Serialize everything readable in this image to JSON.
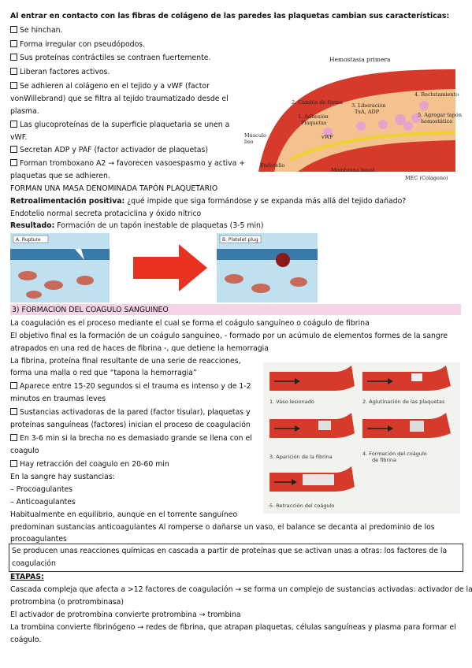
{
  "lines": {
    "l1": "Al entrar en contacto con las fibras de colágeno de las paredes las plaquetas cambian sus características:",
    "l2": "Se hinchan.",
    "l3": "Forma irregular con pseudópodos.",
    "l4": "Sus proteínas contráctiles se contraen fuertemente.",
    "l5": "Liberan factores activos.",
    "l6a": "Se adhieren al colágeno en el tejido y a vWF (factor",
    "l6b": "vonWillebrand) que se filtra al tejido traumatizado desde el",
    "l6c": "plasma.",
    "l7a": "Las glucoproteínas de la superficie plaquetaria se unen a",
    "l7b": "vWF.",
    "l8": "Secretan ADP y PAF (factor activador de plaquetas)",
    "l9a": "Forman tromboxano A2 → favorecen vasoespasmo y activa +",
    "l9b": "plaquetas que se adhieren.",
    "l10": "FORMAN UNA MASA DENOMINADA TAPÓN PLAQUETARIO",
    "l11_bold": "Retroalimentación positiva:",
    "l11_rest": " ¿qué impide que siga formándose y se expanda más allá del tejido dañado?",
    "l12": "Endotelio normal secreta protaciclina y óxido nítrico",
    "l13_bold": "Resultado:",
    "l13_rest": " Formación de un tapón inestable de plaquetas (3-5 min)"
  },
  "section3": {
    "title": "3) FORMACION DEL COAGULO SANGUINEO",
    "p1": "La coagulación es el proceso mediante el cual se forma el coágulo sanguíneo o coágulo de fibrina",
    "p2a": "El objetivo final es la formación de un coágulo sanguíneo, - formado por un acúmulo de elementos formes de la sangre",
    "p2b": "atrapados en una red de haces de fibrina -, que detiene la hemorragia",
    "p3a": "La fibrina, proteína final resultante de una serie de reacciones,",
    "p3b": "forma una malla o red que “tapona la hemorragia”",
    "p4a": "Aparece entre 15-20 segundos si el trauma es intenso y de 1-2",
    "p4b": "minutos en traumas leves",
    "p5a": "Sustancias activadoras de la pared (factor tisular), plaquetas y",
    "p5b": "proteínas sanguíneas (factores) inician el proceso de coagulación",
    "p6a": "En 3-6 min si la brecha no es demasiado grande se llena con el",
    "p6b": "coagulo",
    "p7": "Hay retracción del coagulo en 20-60 min",
    "p8": "En la sangre hay sustancias:",
    "p9": "– Procoagulantes",
    "p10": "– Anticoagulantes",
    "p11": "Habitualmente en equilibrio, aunque en el torrente sanguíneo",
    "p12a": "predominan sustancias anticoagulantes Al romperse o dañarse un vaso, el balance se decanta al predominio de los",
    "p12b": "procoagulantes",
    "box_a": "Se producen unas reacciones químicas en cascada a partir de proteínas que se activan unas a otras: los factores de la",
    "box_b": "coagulación",
    "etapas": "ETAPAS:",
    "e1a": "Cascada compleja que afecta a >12 factores de coagulación → se forma un complejo de sustancias activadas: activador de la",
    "e1b": "protrombina (o protrombinasa)",
    "e2": "El activador de protrombina convierte protrombina → trombina",
    "e3a": "La trombina convierte fibrinógeno → redes de fibrina, que atrapan plaquetas, células sanguíneas y plasma para formar el",
    "e3b": "coágulo."
  },
  "fig_hemostasia": {
    "title": "Hemostasia primera",
    "reclutamiento": "4. Reclutamiento",
    "cambio": "2. Cambio de forma",
    "liberacion1": "3. Liberación",
    "liberacion2": "TxA, ADP",
    "adhesion1": "1. Adhesión",
    "adhesion2": "Plaquetas",
    "agregar1": "5. Agregar tapón",
    "agregar2": "hemostático",
    "vwf": "vWF",
    "musculo1": "Músculo",
    "musculo2": "liso",
    "endotelio": "Endotelio",
    "membrana": "Membrana basal",
    "mec": "MEC (Colágeno)"
  },
  "fig_rupture": {
    "panel_a": "A. Rupture",
    "panel_b": "B. Platelet plug"
  },
  "fig_coagulo": {
    "c1": "1. Vaso lesionado",
    "c2": "2. Aglutinación de las plaquetas",
    "c3": "3. Aparición de la fibrina",
    "c4a": "4. Formación del coágulo",
    "c4b": "de fibrina",
    "c5": "5. Retracción del coágulo"
  },
  "colors": {
    "section_bar": "#f4d3e6",
    "vessel_red": "#d63a2a",
    "arrow_red": "#e8321f",
    "plasma_blue": "#bfe0ef",
    "platelet_pink": "#e7a3c9"
  }
}
